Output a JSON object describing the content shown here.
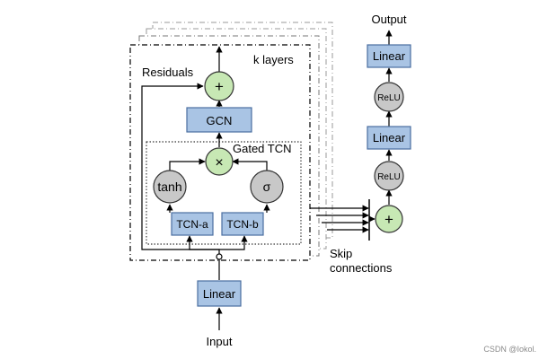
{
  "labels": {
    "output": "Output",
    "input": "Input",
    "k_layers": "k layers",
    "residuals": "Residuals",
    "gated_tcn": "Gated TCN",
    "skip_line1": "Skip",
    "skip_line2": "connections"
  },
  "blocks": {
    "gcn": "GCN",
    "tcn_a": "TCN-a",
    "tcn_b": "TCN-b",
    "linear_input": "Linear",
    "linear_mid": "Linear",
    "linear_top": "Linear"
  },
  "nodes": {
    "residual_add": "+",
    "gate_multiply": "×",
    "tanh": "tanh",
    "sigma": "σ",
    "skip_add": "+",
    "relu_lower": "ReLU",
    "relu_upper": "ReLU"
  },
  "watermark": "CSDN @Iokol.",
  "colors": {
    "block_fill": "#a9c4e4",
    "op_node_fill": "#c7e8b4",
    "activation_fill": "#c8c8c8"
  }
}
